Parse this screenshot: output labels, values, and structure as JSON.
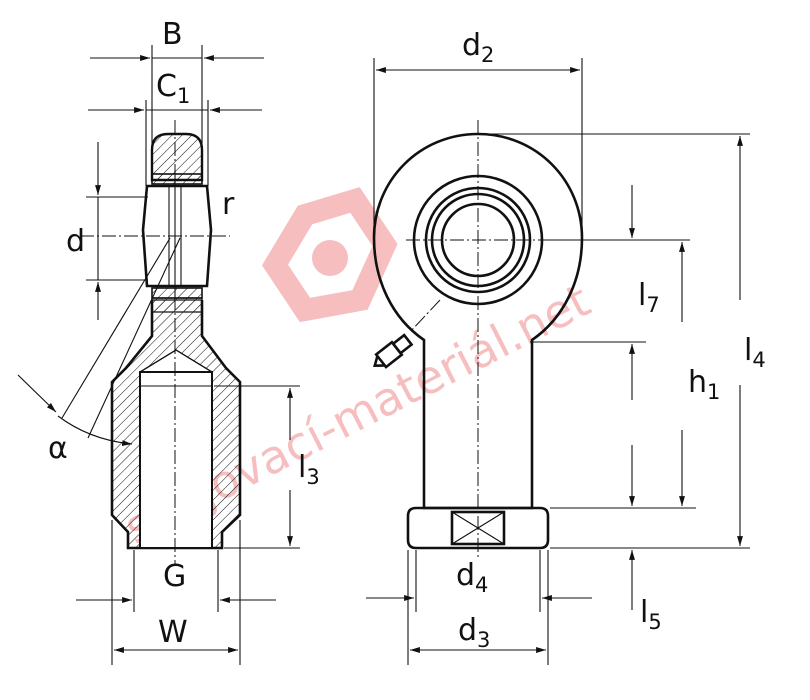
{
  "labels": {
    "B": "B",
    "C1": {
      "base": "C",
      "sub": "1"
    },
    "d": "d",
    "r": "r",
    "alpha": "α",
    "l3": {
      "base": "l",
      "sub": "3"
    },
    "G": "G",
    "W": "W",
    "d2": {
      "base": "d",
      "sub": "2"
    },
    "l7": {
      "base": "l",
      "sub": "7"
    },
    "h1": {
      "base": "h",
      "sub": "1"
    },
    "l4": {
      "base": "l",
      "sub": "4"
    },
    "d4": {
      "base": "d",
      "sub": "4"
    },
    "d3": {
      "base": "d",
      "sub": "3"
    },
    "l5": {
      "base": "l",
      "sub": "5"
    }
  },
  "watermark": "spojovací-materiál.net",
  "colors": {
    "line": "#111111",
    "watermark": "#f08a8a",
    "background": "#ffffff"
  }
}
